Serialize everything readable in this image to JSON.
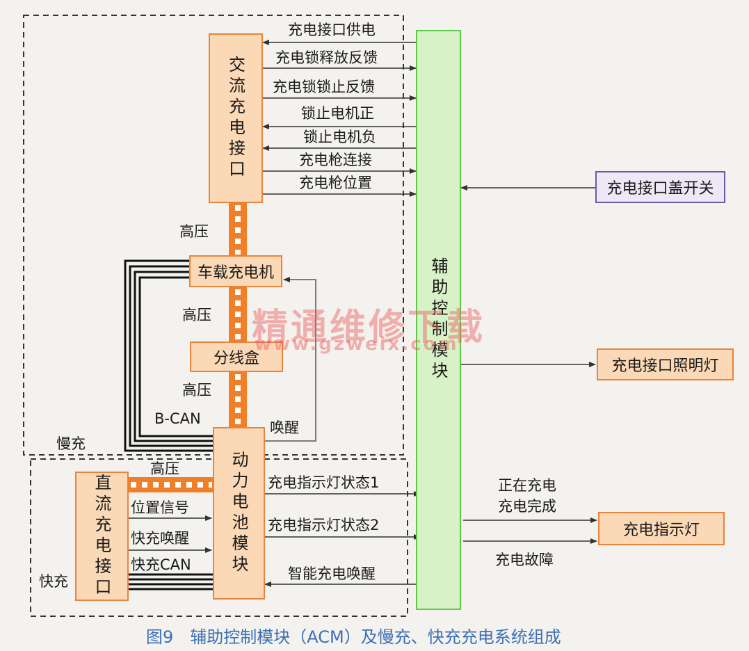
{
  "boxes": {
    "ac_port": "交流充电接口",
    "onboard_charger": "车载充电机",
    "junction_box": "分线盒",
    "battery_module": "动力电池模块",
    "dc_port": "直流充电接口",
    "acm": "辅助控制模块",
    "port_cover_switch": "充电接口盖开关",
    "port_light": "充电接口照明灯",
    "charge_indicator": "充电指示灯"
  },
  "signals": {
    "port_power": "充电接口供电",
    "lock_release_fb": "充电锁释放反馈",
    "lock_lock_fb": "充电锁锁止反馈",
    "lock_motor_pos": "锁止电机正",
    "lock_motor_neg": "锁止电机负",
    "gun_connect": "充电枪连接",
    "gun_position": "充电枪位置",
    "hv1": "高压",
    "hv2": "高压",
    "hv3": "高压",
    "hv4": "高压",
    "bcan": "B-CAN",
    "wakeup": "唤醒",
    "slow_charge": "慢充",
    "fast_charge": "快充",
    "position_signal": "位置信号",
    "fast_wakeup": "快充唤醒",
    "fast_can": "快充CAN",
    "indicator_state1": "充电指示灯状态1",
    "indicator_state2": "充电指示灯状态2",
    "smart_wakeup": "智能充电唤醒",
    "charging": "正在充电",
    "charge_done": "充电完成",
    "charge_fault": "充电故障"
  },
  "watermark": {
    "cn": "精通维修下载",
    "url": "www.gzweix.com"
  },
  "caption": "图9　辅助控制模块（ACM）及慢充、快充充电系统组成",
  "colors": {
    "orange_fill": "#fbd9b6",
    "orange_border": "#e8843b",
    "hv_bus": "#f07f2a",
    "acm_fill": "#d8f2c8",
    "acm_border": "#5ec84a",
    "purple_border": "#6b5aa6",
    "caption": "#3b6fb6"
  }
}
